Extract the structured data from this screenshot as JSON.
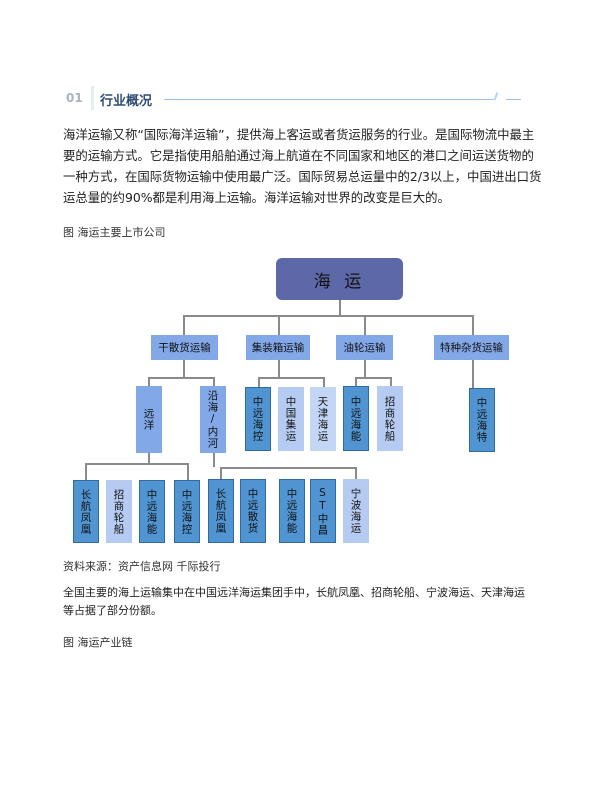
{
  "section": {
    "number": "01",
    "title": "行业概况"
  },
  "intro_paragraph": "海洋运输又称“国际海洋运输”，提供海上客运或者货运服务的行业。是国际物流中最主要的运输方式。它是指使用船舶通过海上航道在不同国家和地区的港口之间运送货物的一种方式，在国际货物运输中使用最广泛。国际贸易总运量中的2/3以上，中国进出口货运总量的约90%都是利用海上运输。海洋运输对世界的改变是巨大的。",
  "figure1_caption": "图 海运主要上市公司",
  "org_chart": {
    "root": "海 运",
    "categories": [
      "干散货运输",
      "集装箱运输",
      "油轮运输",
      "特种杂货运输"
    ],
    "dry_bulk_sub": [
      "远洋",
      "沿海/内河"
    ],
    "container_companies": [
      "中远海控",
      "中国集运",
      "天津海运"
    ],
    "tanker_companies": [
      "中远海能",
      "招商轮船"
    ],
    "special_companies": [
      "中远海特"
    ],
    "ocean_companies": [
      "长航凤凰",
      "招商轮船",
      "中远海能",
      "中远海控"
    ],
    "coastal_companies": [
      "长航凤凰",
      "中远散货",
      "中远海能",
      "ST中昌",
      "宁波海运"
    ]
  },
  "source_note": "资料来源：资产信息网 千际投行",
  "summary_paragraph": "全国主要的海上运输集中在中国远洋海运集团手中，长航凤凰、招商轮船、宁波海运、天津海运等占据了部分份额。",
  "figure2_caption": "图 海运产业链"
}
